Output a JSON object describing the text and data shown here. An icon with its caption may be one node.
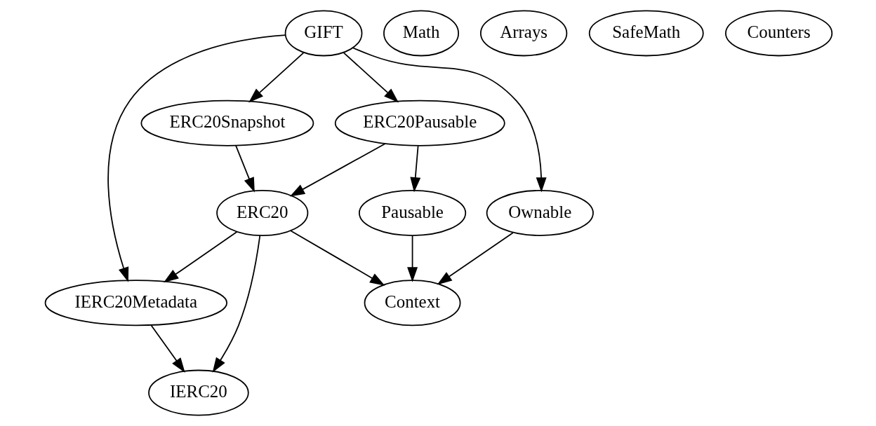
{
  "diagram": {
    "nodes": [
      {
        "text": [
          "GIFT"
        ]
      },
      {
        "text": [
          "Math"
        ]
      },
      {
        "text": [
          "Arrays"
        ]
      },
      {
        "text": [
          "SafeMath"
        ]
      },
      {
        "text": [
          "Counters"
        ]
      },
      {
        "text": [
          "ERC20Snapshot"
        ]
      },
      {
        "text": [
          "ERC20Pausable"
        ]
      },
      {
        "text": [
          "ERC20"
        ]
      },
      {
        "text": [
          "Pausable"
        ]
      },
      {
        "text": [
          "Ownable"
        ]
      },
      {
        "text": [
          "IERC20Metadata"
        ]
      },
      {
        "text": [
          "Context"
        ]
      },
      {
        "text": [
          "IERC20"
        ]
      }
    ],
    "edges": [
      {
        "from": 0,
        "to": 5,
        "arrow": "to"
      },
      {
        "from": 0,
        "to": 6,
        "arrow": "to"
      },
      {
        "from": 0,
        "to": 9,
        "arrow": "to"
      },
      {
        "from": 0,
        "to": 10,
        "arrow": "to"
      },
      {
        "from": 5,
        "to": 7,
        "arrow": "to"
      },
      {
        "from": 6,
        "to": 7,
        "arrow": "to"
      },
      {
        "from": 6,
        "to": 8,
        "arrow": "to"
      },
      {
        "from": 7,
        "to": 10,
        "arrow": "to"
      },
      {
        "from": 7,
        "to": 12,
        "arrow": "to"
      },
      {
        "from": 7,
        "to": 11,
        "arrow": "to"
      },
      {
        "from": 8,
        "to": 11,
        "arrow": "to"
      },
      {
        "from": 9,
        "to": 11,
        "arrow": "to"
      },
      {
        "from": 10,
        "to": 12,
        "arrow": "to"
      }
    ]
  }
}
